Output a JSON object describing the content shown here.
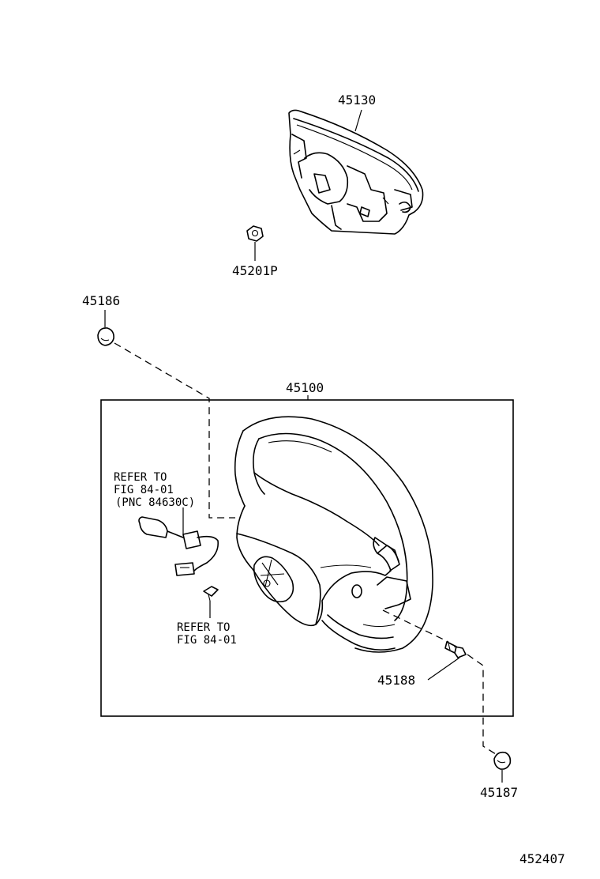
{
  "labels": {
    "p45130": "45130",
    "p45201p": "45201P",
    "p45186": "45186",
    "p45100": "45100",
    "p45188": "45188",
    "p45187": "45187",
    "fig_id": "452407"
  },
  "notes": {
    "refer1_line1": "REFER TO",
    "refer1_line2": "FIG 84-01",
    "refer1_line3": "(PNC 84630C)",
    "refer2_line1": "REFER TO",
    "refer2_line2": "FIG 84-01"
  }
}
